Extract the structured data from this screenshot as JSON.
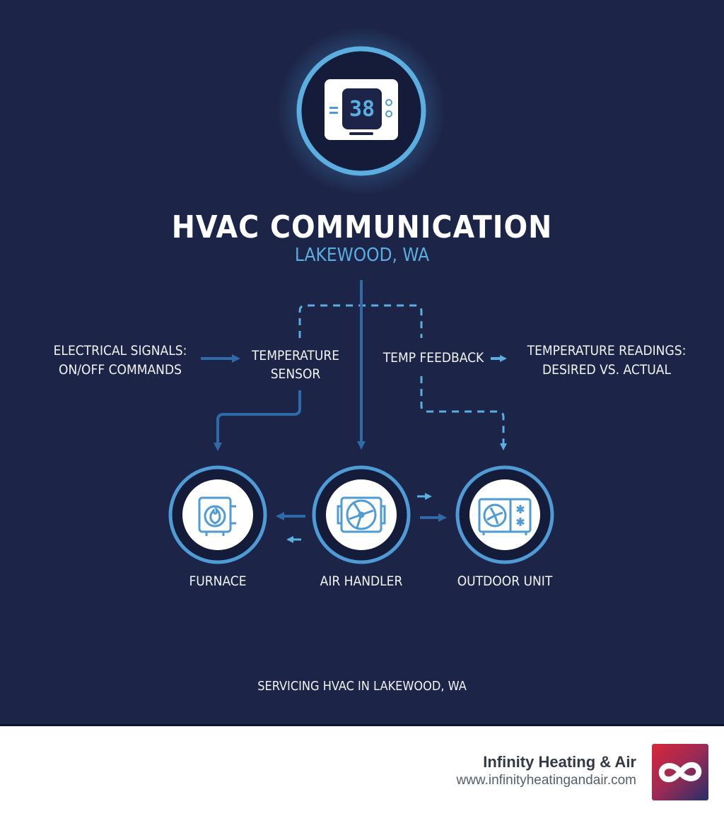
{
  "header": {
    "title": "HVAC COMMUNICATION",
    "subtitle": "LAKEWOOD, WA",
    "thermostat_display": "38"
  },
  "annotations": {
    "left_signal_line1": "ELECTRICAL SIGNALS:",
    "left_signal_line2": "ON/OFF COMMANDS",
    "sensor_line1": "TEMPERATURE",
    "sensor_line2": "SENSOR",
    "feedback": "TEMP FEEDBACK",
    "readings_line1": "TEMPERATURE READINGS:",
    "readings_line2": "DESIRED VS. ACTUAL"
  },
  "nodes": [
    {
      "label": "FURNACE",
      "icon": "furnace-flame-icon"
    },
    {
      "label": "AIR HANDLER",
      "icon": "fan-icon"
    },
    {
      "label": "OUTDOOR UNIT",
      "icon": "outdoor-unit-snowflake-icon"
    }
  ],
  "footer": {
    "text": "SERVICING HVAC IN LAKEWOOD, WA"
  },
  "brand": {
    "name": "Infinity Heating & Air",
    "url": "www.infinityheatingandair.com",
    "logo_icon": "infinity-logo-icon"
  },
  "colors": {
    "background": "#1c2447",
    "accent_light": "#5aaee0",
    "accent_dark": "#2e6aa8",
    "text": "#ffffff"
  }
}
